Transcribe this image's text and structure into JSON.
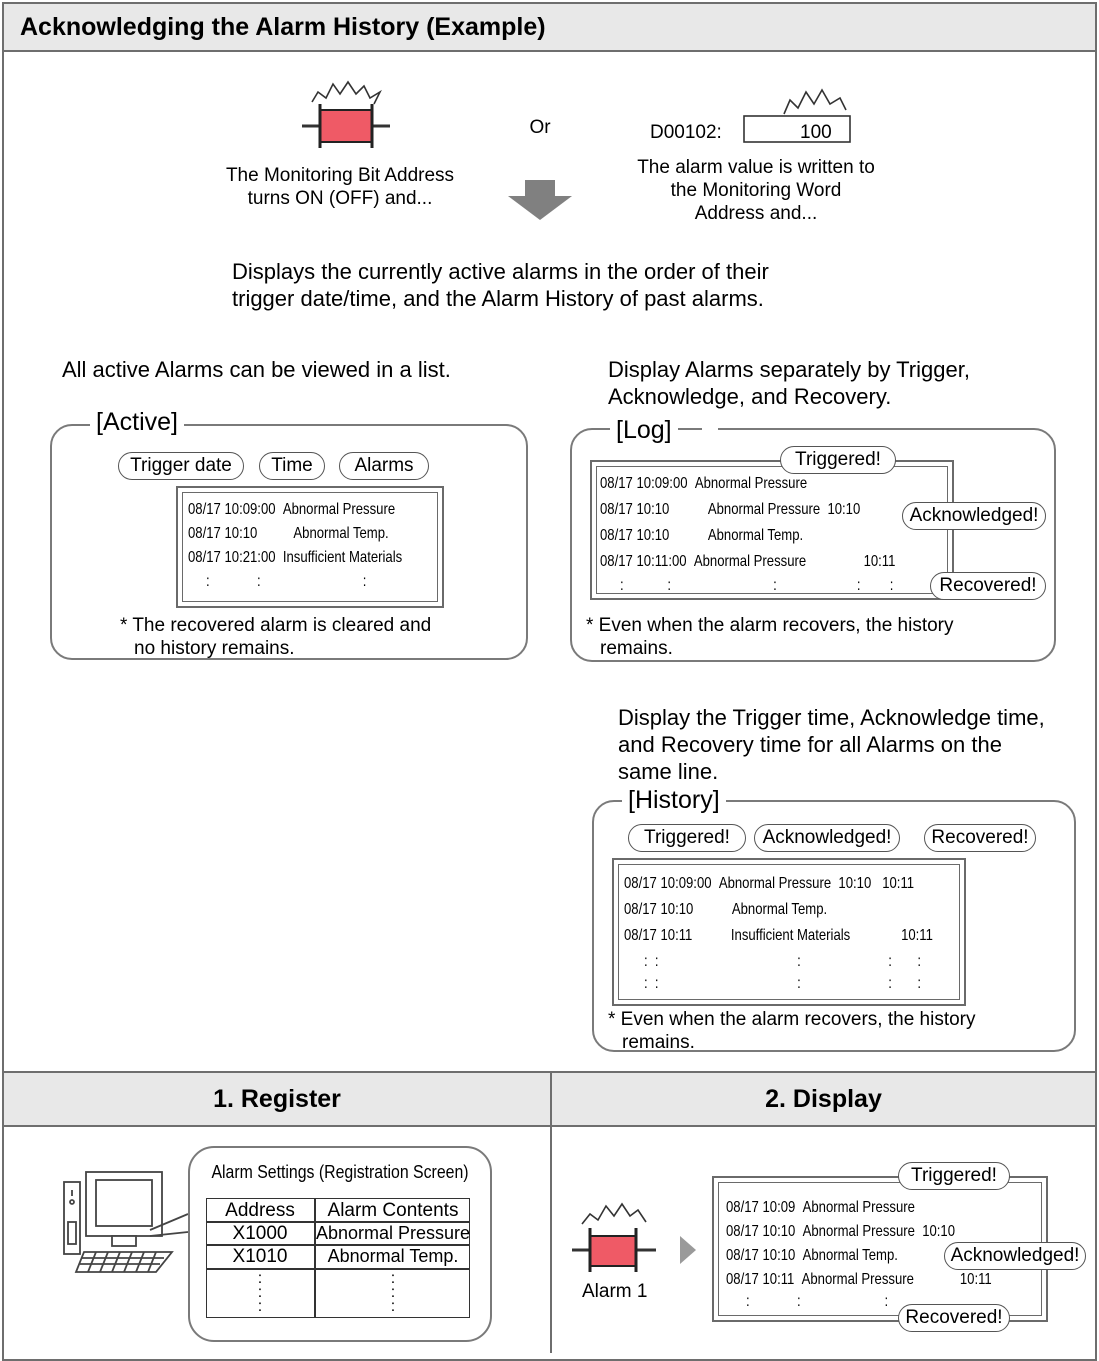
{
  "title": "Acknowledging the Alarm History (Example)",
  "top": {
    "or_label": "Or",
    "bit_caption": [
      "The Monitoring Bit Address",
      "turns ON (OFF) and..."
    ],
    "word_label": "D00102:",
    "word_value": "100",
    "word_caption": [
      "The alarm value is written to",
      "the Monitoring Word",
      "Address and..."
    ],
    "summary": [
      "Displays the currently active alarms in the order of their",
      "trigger date/time, and the Alarm History of past alarms."
    ]
  },
  "active": {
    "intro": "All active Alarms can be viewed in a list.",
    "panel_title": "[Active]",
    "callouts": [
      "Trigger date",
      "Time",
      "Alarms"
    ],
    "rows": [
      [
        "08/17 10:09:00",
        "Abnormal Pressure"
      ],
      [
        "08/17 10:10",
        "Abnormal Temp."
      ],
      [
        "08/17 10:21:00",
        "Insufficient Materials"
      ]
    ],
    "note": [
      "* The recovered alarm is cleared and",
      "no history remains."
    ]
  },
  "log": {
    "intro": [
      "Display Alarms separately by Trigger,",
      "Acknowledge, and Recovery."
    ],
    "panel_title": "[Log]",
    "callouts": {
      "triggered": "Triggered!",
      "acknowledged": "Acknowledged!",
      "recovered": "Recovered!"
    },
    "rows": [
      [
        "08/17 10:09:00",
        "Abnormal Pressure",
        ""
      ],
      [
        "08/17 10:10",
        "Abnormal Pressure",
        "10:10"
      ],
      [
        "08/17 10:10",
        "Abnormal Temp.",
        ""
      ],
      [
        "08/17 10:11:00",
        "Abnormal Pressure",
        "10:11"
      ]
    ],
    "note": [
      "* Even when the alarm recovers, the history",
      "remains."
    ]
  },
  "history": {
    "intro": [
      "Display the Trigger time, Acknowledge time,",
      "and Recovery time for all Alarms on the",
      "same line."
    ],
    "panel_title": "[History]",
    "callouts": {
      "triggered": "Triggered!",
      "acknowledged": "Acknowledged!",
      "recovered": "Recovered!"
    },
    "rows": [
      [
        "08/17 10:09:00",
        "Abnormal Pressure",
        "10:10",
        "10:11"
      ],
      [
        "08/17 10:10",
        "Abnormal Temp.",
        "",
        ""
      ],
      [
        "08/17 10:11",
        "Insufficient Materials",
        "",
        "10:11"
      ]
    ],
    "note": [
      "* Even when the alarm recovers, the history",
      "remains."
    ]
  },
  "steps": {
    "register": {
      "heading": "1. Register",
      "bubble_title": "Alarm Settings (Registration Screen)",
      "columns": [
        "Address",
        "Alarm Contents"
      ],
      "rows": [
        [
          "X1000",
          "Abnormal Pressure"
        ],
        [
          "X1010",
          "Abnormal Temp."
        ]
      ]
    },
    "display": {
      "heading": "2. Display",
      "alarm_label": "Alarm 1",
      "callouts": {
        "triggered": "Triggered!",
        "acknowledged": "Acknowledged!",
        "recovered": "Recovered!"
      },
      "rows": [
        [
          "08/17 10:09",
          "Abnormal Pressure",
          ""
        ],
        [
          "08/17 10:10",
          "Abnormal Pressure",
          "10:10"
        ],
        [
          "08/17 10:10",
          "Abnormal Temp.",
          ""
        ],
        [
          "08/17 10:11",
          "Abnormal Pressure",
          "10:11"
        ]
      ]
    }
  },
  "colors": {
    "alarm_red": "#ef5a66",
    "arrow_gray": "#808080",
    "header_bg": "#e8e8e8",
    "border": "#6e6e6e"
  }
}
